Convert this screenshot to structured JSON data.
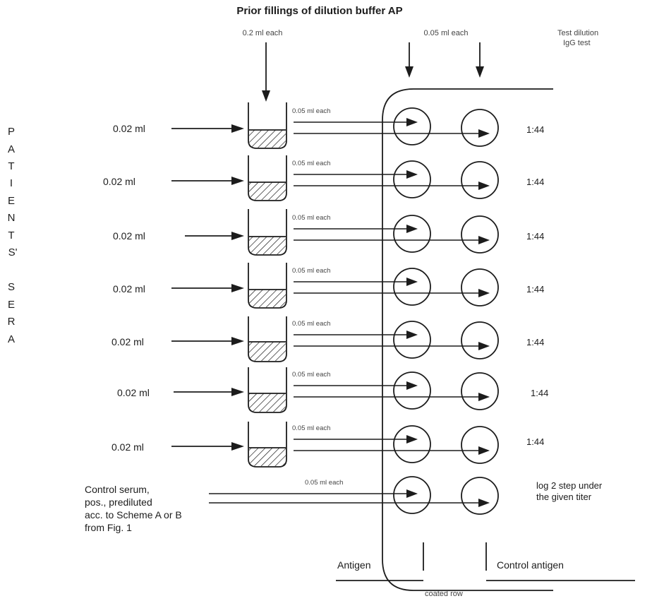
{
  "title": "Prior fillings of dilution buffer AP",
  "fill_label_left": "0.2 ml each",
  "fill_label_right": "0.05 ml each",
  "dilution_header": [
    "Test dilution",
    "IgG test"
  ],
  "side_label_top": [
    "P",
    "A",
    "T",
    "I",
    "E",
    "N",
    "T",
    "S'"
  ],
  "side_label_bottom": [
    "S",
    "E",
    "R",
    "A"
  ],
  "rows": [
    {
      "volume": "0.02 ml",
      "transfer": "0.05 ml each",
      "dilution": "1:44"
    },
    {
      "volume": "0.02 ml",
      "transfer": "0.05 ml each",
      "dilution": "1:44"
    },
    {
      "volume": "0.02 ml",
      "transfer": "0.05 ml each",
      "dilution": "1:44"
    },
    {
      "volume": "0.02 ml",
      "transfer": "0.05 ml each",
      "dilution": "1:44"
    },
    {
      "volume": "0.02 ml",
      "transfer": "0.05 ml each",
      "dilution": "1:44"
    },
    {
      "volume": "0.02 ml",
      "transfer": "0.05 ml each",
      "dilution": "1:44"
    },
    {
      "volume": "0.02 ml",
      "transfer": "0.05 ml each",
      "dilution": "1:44"
    }
  ],
  "control": {
    "label": [
      "Control serum,",
      "pos., prediluted",
      "acc. to Scheme A or B",
      "from Fig. 1"
    ],
    "transfer": "0.05 ml each",
    "note": [
      "log 2 step under",
      "the given titer"
    ]
  },
  "antigen_label": "Antigen",
  "control_antigen_label": "Control antigen",
  "coated_row_label": "coated row"
}
